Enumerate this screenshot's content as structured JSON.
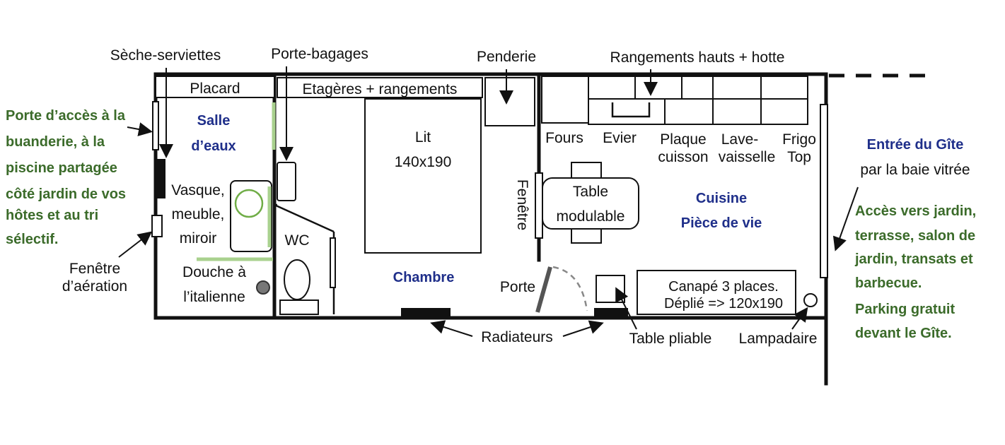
{
  "labels": {
    "seche_serviettes": "Sèche-serviettes",
    "porte_bagages": "Porte-bagages",
    "penderie": "Penderie",
    "rangements_hauts": "Rangements hauts + hotte",
    "placard": "Placard",
    "etageres": "Etagères + rangements",
    "lit_line1": "Lit",
    "lit_line2": "140x190",
    "salle_line1": "Salle",
    "salle_line2": "d’eaux",
    "vasque_line1": "Vasque,",
    "vasque_line2": "meuble,",
    "vasque_line3": "miroir",
    "wc": "WC",
    "douche_line1": "Douche à",
    "douche_line2": "l’italienne",
    "fenetre_aeration_line1": "Fenêtre",
    "fenetre_aeration_line2": "d’aération",
    "chambre": "Chambre",
    "fenetre_vertical": "Fenêtre",
    "fours": "Fours",
    "evier": "Evier",
    "plaque_line1": "Plaque",
    "plaque_line2": "cuisson",
    "lave_line1": "Lave-",
    "lave_line2": "vaisselle",
    "frigo_line1": "Frigo",
    "frigo_line2": "Top",
    "table_line1": "Table",
    "table_line2": "modulable",
    "cuisine_line1": "Cuisine",
    "cuisine_line2": "Pièce de vie",
    "porte": "Porte",
    "canape_line1": "Canapé 3 places.",
    "canape_line2": "Déplié => 120x190",
    "radiateurs": "Radiateurs",
    "table_pliable": "Table pliable",
    "lampadaire": "Lampadaire",
    "entree_line1": "Entrée du Gîte",
    "entree_line2": "par la baie vitrée"
  },
  "left_note": [
    "Porte d’accès à la",
    "buanderie, à la",
    "piscine partagée",
    "côté jardin de vos",
    "hôtes et au tri",
    "sélectif."
  ],
  "right_note": [
    "Accès vers jardin,",
    "terrasse, salon de",
    "jardin, transats et",
    "barbecue.",
    "Parking gratuit",
    "devant le Gîte."
  ],
  "colors": {
    "room_label": "#1f2f8a",
    "note_green": "#3b6b2a",
    "window_green": "#a9d18e"
  }
}
